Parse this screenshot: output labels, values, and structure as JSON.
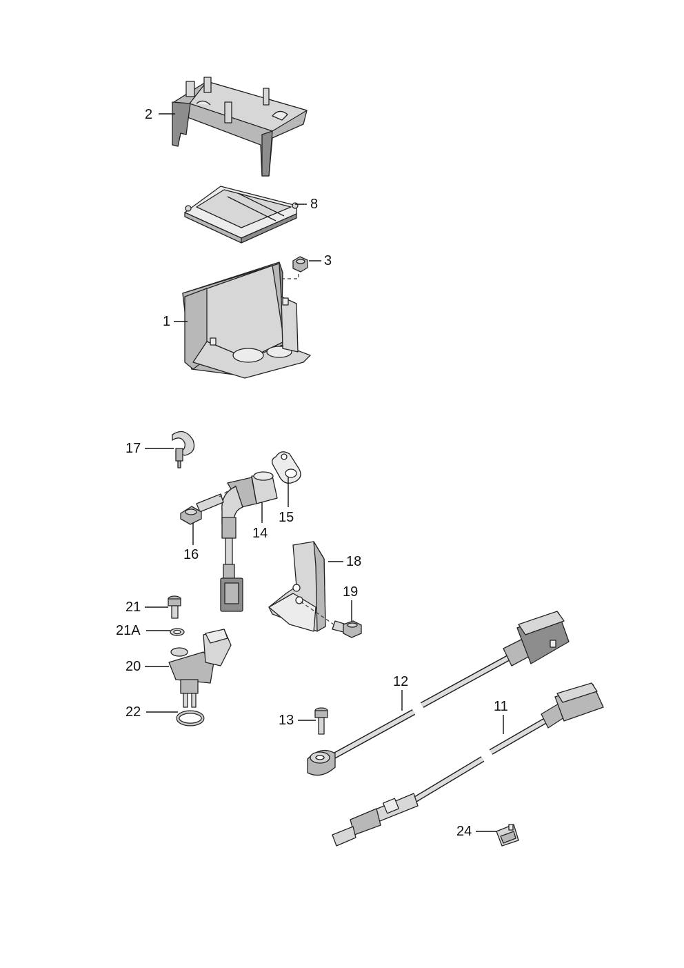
{
  "callouts": {
    "c1": "1",
    "c2": "2",
    "c3": "3",
    "c8": "8",
    "c11": "11",
    "c12": "12",
    "c13": "13",
    "c14": "14",
    "c15": "15",
    "c16": "16",
    "c17": "17",
    "c18": "18",
    "c19": "19",
    "c20": "20",
    "c21": "21",
    "c21a": "21A",
    "c22": "22",
    "c24": "24"
  }
}
